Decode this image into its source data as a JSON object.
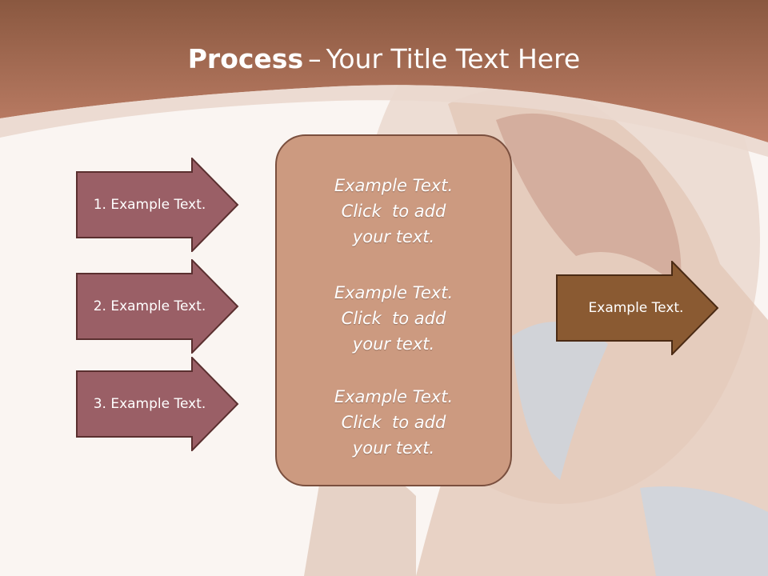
{
  "title": {
    "bold": "Process",
    "dash": "–",
    "rest": "Your Title Text Here"
  },
  "left_arrows": [
    {
      "label": "1. Example Text."
    },
    {
      "label": "2. Example Text."
    },
    {
      "label": "3. Example Text."
    }
  ],
  "center_box": {
    "paragraphs": [
      {
        "line1": "Example Text.",
        "line2": "Click  to add",
        "line3": "your text."
      },
      {
        "line1": "Example Text.",
        "line2": "Click  to add",
        "line3": "your text."
      },
      {
        "line1": "Example Text.",
        "line2": "Click  to add",
        "line3": "your text."
      }
    ]
  },
  "right_arrow": {
    "label": "Example Text."
  },
  "colors": {
    "header_brown": "#b57a5e",
    "left_arrow_fill": "#9a5f66",
    "center_box_fill": "#cc9a80",
    "right_arrow_fill": "#8a5a32",
    "border_dark": "#5a2f2f"
  }
}
